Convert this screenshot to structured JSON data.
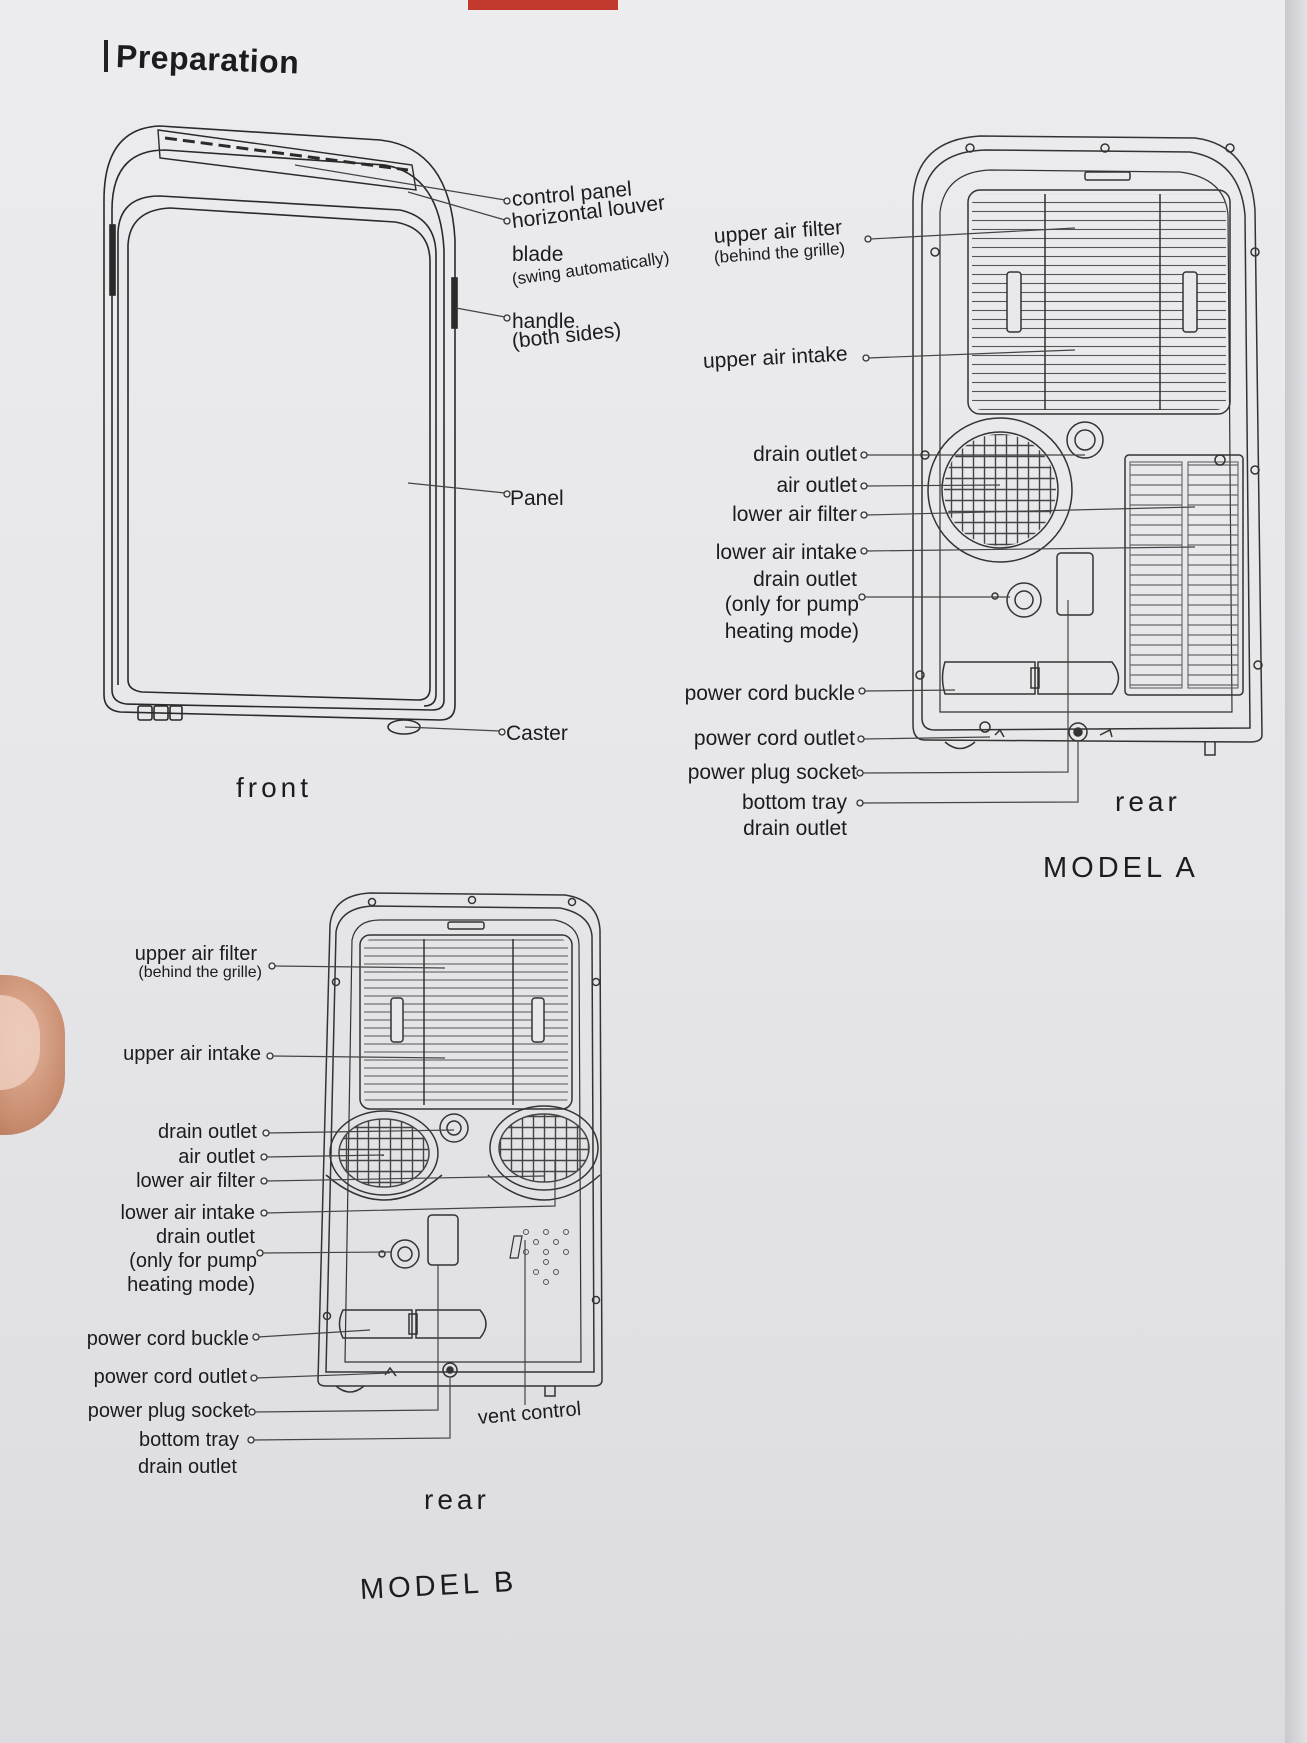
{
  "page": {
    "title": "Preparation"
  },
  "front": {
    "caption": "front",
    "labels": {
      "control_panel": "control panel",
      "louver": "horizontal louver",
      "blade": "blade",
      "swing": "(swing automatically)",
      "handle": "handle",
      "both_sides": "(both sides)",
      "panel": "Panel",
      "caster": "Caster"
    }
  },
  "model_a": {
    "model_label": "MODEL A",
    "caption": "rear",
    "labels": {
      "upper_air_filter": "upper air filter",
      "behind_grille": "(behind the grille)",
      "upper_air_intake": "upper air intake",
      "drain_outlet": "drain outlet",
      "air_outlet": "air outlet",
      "lower_air_filter": "lower air filter",
      "lower_air_intake": "lower air intake",
      "drain_outlet_2": "drain outlet",
      "pump_line1": "(only for pump",
      "pump_line2": "heating mode)",
      "power_cord_buckle": "power cord buckle",
      "power_cord_outlet": "power cord outlet",
      "power_plug_socket": "power plug socket",
      "bottom_tray": "bottom tray",
      "bottom_tray_drain": "drain outlet"
    }
  },
  "model_b": {
    "model_label": "MODEL B",
    "caption": "rear",
    "labels": {
      "upper_air_filter": "upper air filter",
      "behind_grille": "(behind the grille)",
      "upper_air_intake": "upper air intake",
      "drain_outlet": "drain outlet",
      "air_outlet": "air outlet",
      "lower_air_filter": "lower air filter",
      "lower_air_intake": "lower air intake",
      "drain_outlet_2": "drain outlet",
      "pump_line1": "(only for pump",
      "pump_line2": "heating mode)",
      "power_cord_buckle": "power cord buckle",
      "power_cord_outlet": "power cord outlet",
      "power_plug_socket": "power plug socket",
      "bottom_tray": "bottom tray",
      "bottom_tray_drain": "drain outlet",
      "vent_control": "vent control"
    }
  }
}
